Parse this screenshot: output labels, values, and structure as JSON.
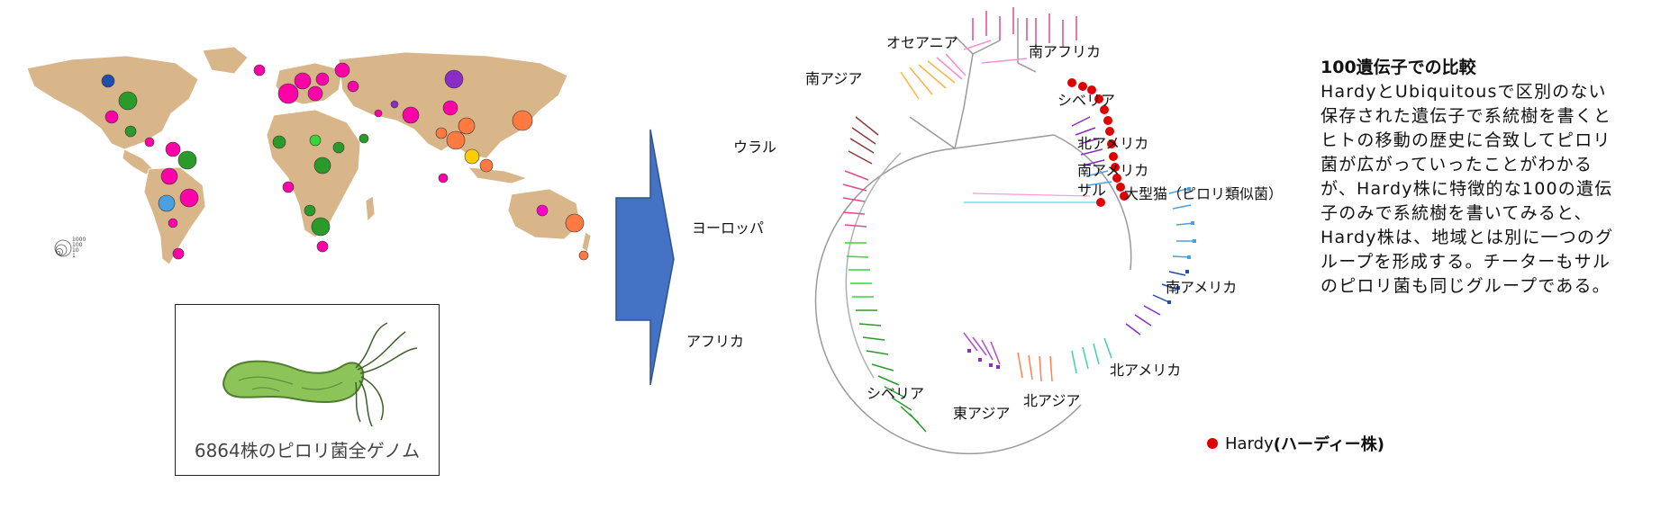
{
  "map": {
    "land_color": "#d8b68a",
    "scale_labels": [
      "1000",
      "100",
      "10",
      "1"
    ]
  },
  "bacterium": {
    "caption": "6864株のピロリ菌全ゲノム",
    "body_color": "#8dc45a"
  },
  "arrow": {
    "color": "#4472c4"
  },
  "tree": {
    "region_labels": {
      "oceania": "オセアニア",
      "south_africa": "南アフリカ",
      "south_asia": "南アジア",
      "siberia_top": "シベリア",
      "ural": "ウラル",
      "north_america_mid": "北アメリカ",
      "south_america_mid": "南アメリカ",
      "monkey": "サル",
      "big_cat": "大型猫（ピロリ類似菌）",
      "europe": "ヨーロッパ",
      "south_america_right": "南アメリカ",
      "africa": "アフリカ",
      "north_america_bottom": "北アメリカ",
      "siberia_bottom": "シベリア",
      "north_asia": "北アジア",
      "east_asia": "東アジア"
    },
    "hardy_color": "#e00000"
  },
  "description": {
    "title": "100遺伝子での比較",
    "body": "HardyとUbiquitousで区別のない保存された遺伝子で系統樹を書くとヒトの移動の歴史に合致してピロリ菌が広がっていったことがわかるが、Hardy株に特徴的な100の遺伝子のみで系統樹を書いてみると、Hardy株は、地域とは別に一つのグループを形成する。チーターもサルのピロリ菌も同じグループである。"
  },
  "legend": {
    "label": "Hardy",
    "paren": "(ハーディー株)"
  }
}
